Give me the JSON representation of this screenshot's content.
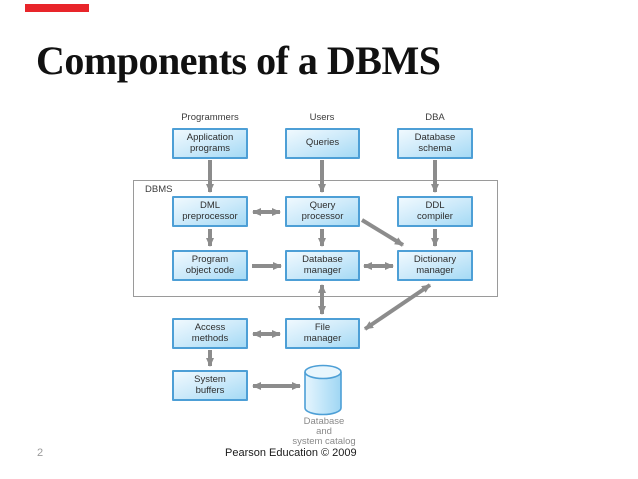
{
  "slide": {
    "title": "Components of a DBMS",
    "page_number": "2",
    "footer": "Pearson Education © 2009"
  },
  "diagram": {
    "dbms_label": "DBMS",
    "actors": [
      {
        "label": "Programmers"
      },
      {
        "label": "Users"
      },
      {
        "label": "DBA"
      }
    ],
    "boxes": [
      {
        "id": "application-programs",
        "line1": "Application",
        "line2": "programs"
      },
      {
        "id": "queries",
        "line1": "Queries"
      },
      {
        "id": "database-schema",
        "line1": "Database",
        "line2": "schema"
      },
      {
        "id": "dml-preprocessor",
        "line1": "DML",
        "line2": "preprocessor"
      },
      {
        "id": "query-processor",
        "line1": "Query",
        "line2": "processor"
      },
      {
        "id": "ddl-compiler",
        "line1": "DDL",
        "line2": "compiler"
      },
      {
        "id": "program-object-code",
        "line1": "Program",
        "line2": "object code"
      },
      {
        "id": "database-manager",
        "line1": "Database",
        "line2": "manager"
      },
      {
        "id": "dictionary-manager",
        "line1": "Dictionary",
        "line2": "manager"
      },
      {
        "id": "access-methods",
        "line1": "Access",
        "line2": "methods"
      },
      {
        "id": "file-manager",
        "line1": "File",
        "line2": "manager"
      },
      {
        "id": "system-buffers",
        "line1": "System",
        "line2": "buffers"
      }
    ],
    "cylinder_caption": {
      "line1": "Database",
      "line2": "and",
      "line3": "system catalog"
    },
    "colors": {
      "box_border": "#4d9fd6",
      "box_fill_light": "#f0f9fe",
      "box_fill_dark": "#a5daf5",
      "arrow": "#8c8c8c",
      "dbms_border": "#9a9a9a",
      "caption_text": "#8a8a8a",
      "red_bar": "#e8252a"
    }
  }
}
